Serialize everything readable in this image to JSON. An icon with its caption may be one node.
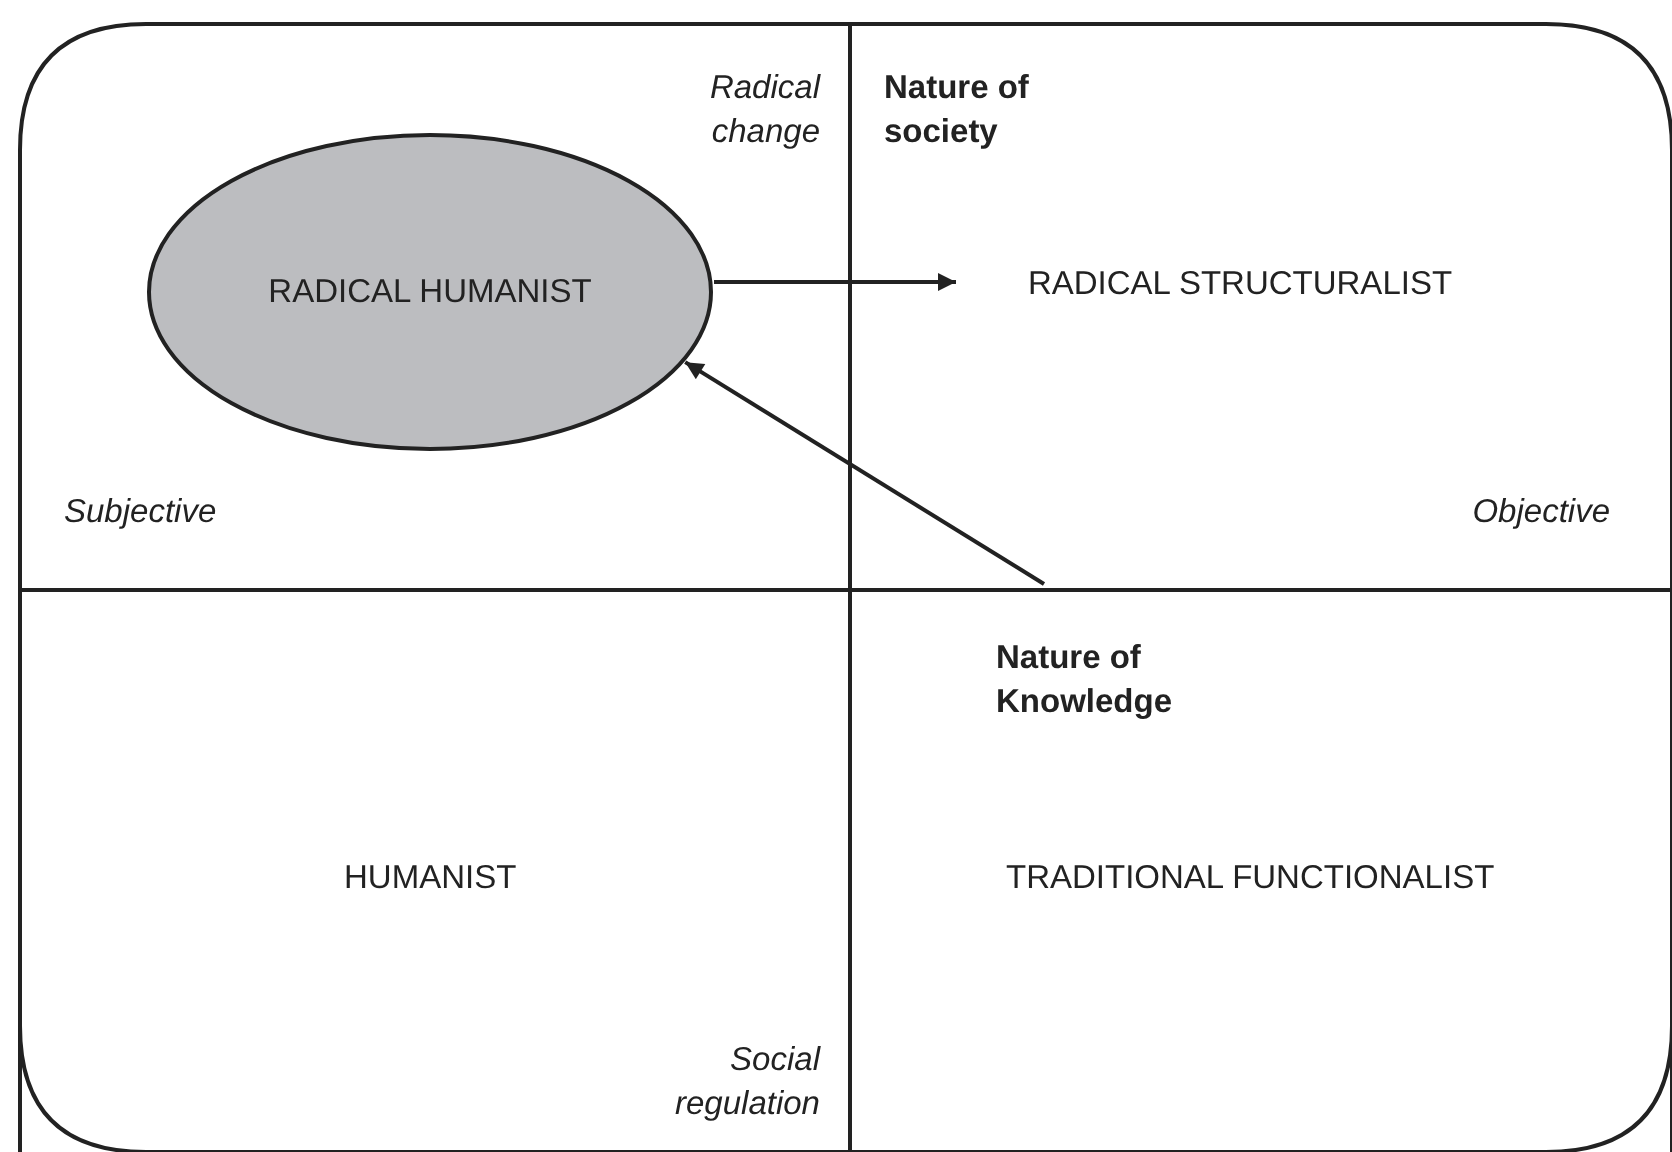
{
  "diagram": {
    "nodes": [
      {
        "text": [
          "RADICAL HUMANIST"
        ]
      },
      {
        "text": [
          "RADICAL STRUCTURALIST"
        ]
      }
    ],
    "edges": [
      {
        "from": 0,
        "to": 1,
        "arrow": "to"
      },
      {
        "from": null,
        "to": 0,
        "arrow": "to"
      }
    ],
    "labels": [
      "Radical change",
      "Nature of society",
      "Subjective",
      "Objective",
      "Nature of Knowledge",
      "HUMANIST",
      "TRADITIONAL FUNCTIONALIST",
      "Social regulation"
    ]
  }
}
